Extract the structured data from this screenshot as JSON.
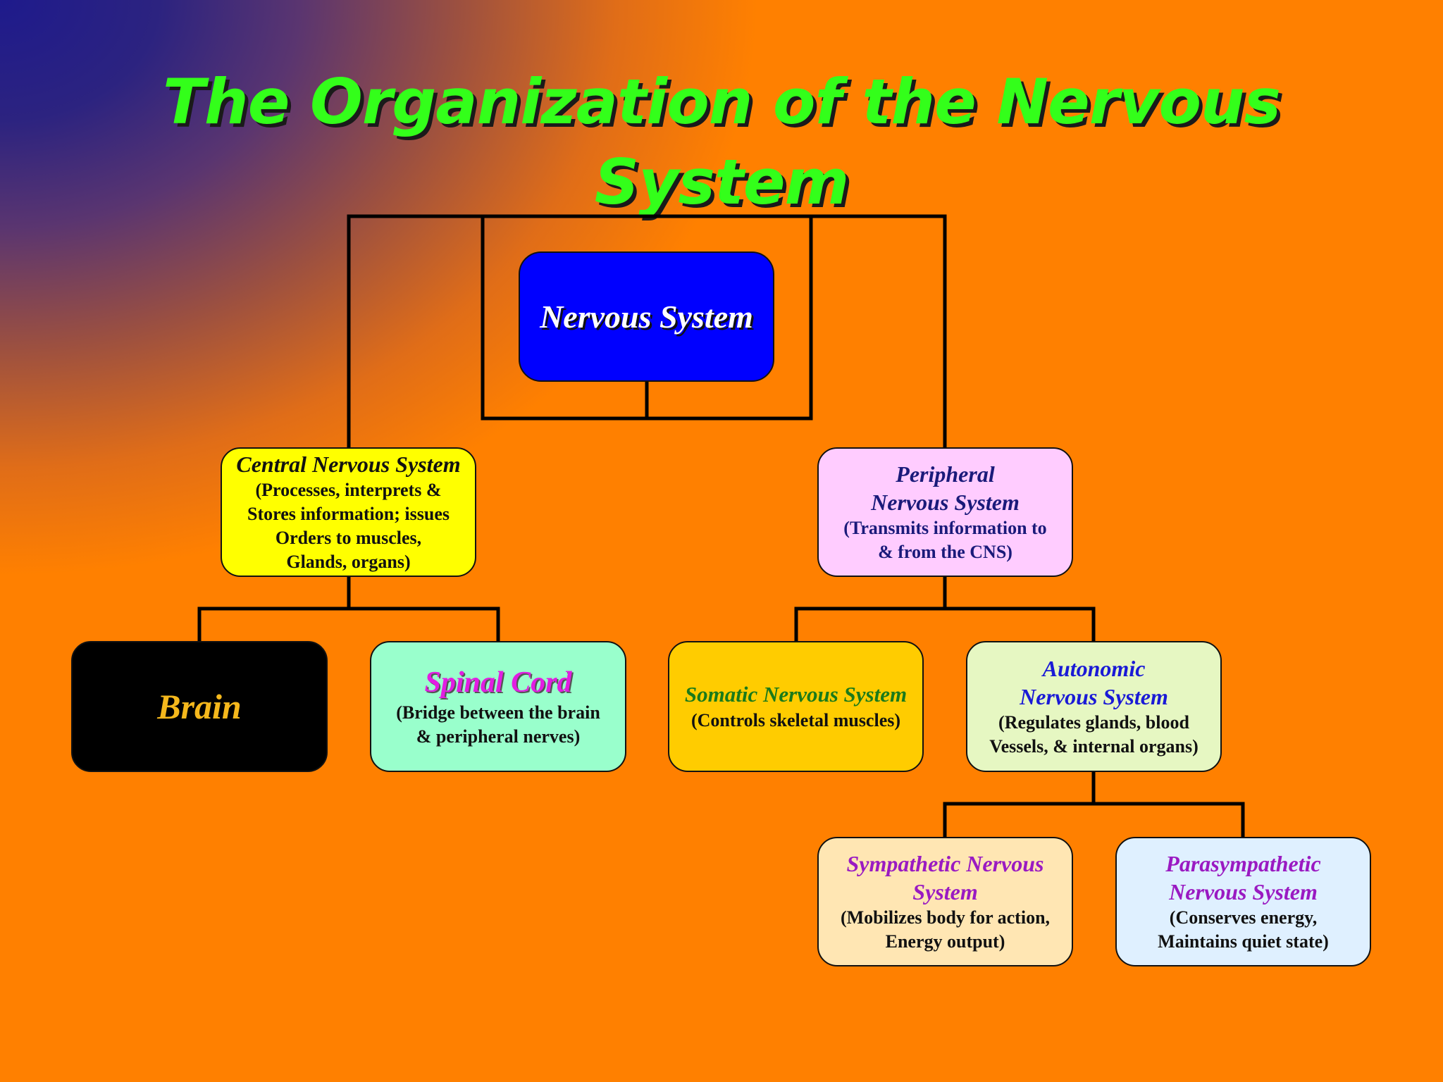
{
  "title": {
    "line1": "The Organization of the Nervous",
    "line2": "System"
  },
  "nodes": {
    "nervous_system": {
      "title": "Nervous System"
    },
    "cns": {
      "title": "Central Nervous System",
      "desc": [
        "(Processes, interprets &",
        "Stores information; issues",
        "Orders to muscles,",
        "Glands, organs)"
      ]
    },
    "pns": {
      "title": [
        "Peripheral",
        "Nervous System"
      ],
      "desc": [
        "(Transmits information to",
        "& from the CNS)"
      ]
    },
    "brain": {
      "title": "Brain"
    },
    "spinal_cord": {
      "title": "Spinal Cord",
      "desc": [
        "(Bridge between the brain",
        "& peripheral nerves)"
      ]
    },
    "somatic": {
      "title": "Somatic Nervous System",
      "desc": [
        "(Controls skeletal muscles)"
      ]
    },
    "autonomic": {
      "title": [
        "Autonomic",
        "Nervous System"
      ],
      "desc": [
        "(Regulates glands, blood",
        "Vessels, & internal organs)"
      ]
    },
    "sympathetic": {
      "title": [
        "Sympathetic Nervous",
        "System"
      ],
      "desc": [
        "(Mobilizes body for action,",
        "Energy output)"
      ]
    },
    "parasympathetic": {
      "title": [
        "Parasympathetic",
        "Nervous System"
      ],
      "desc": [
        "(Conserves energy,",
        "Maintains quiet state)"
      ]
    }
  },
  "colors": {
    "title_text": "#33ff1a",
    "nervous_system_fill": "#0000ff",
    "cns_fill": "#ffff00",
    "pns_fill": "#ffccff",
    "brain_fill": "#000000",
    "spinal_fill": "#99ffcc",
    "somatic_fill": "#ffcc00",
    "autonomic_fill": "#e6f7c2",
    "sympathetic_fill": "#ffe6b3",
    "parasympathetic_fill": "#dff0ff"
  }
}
